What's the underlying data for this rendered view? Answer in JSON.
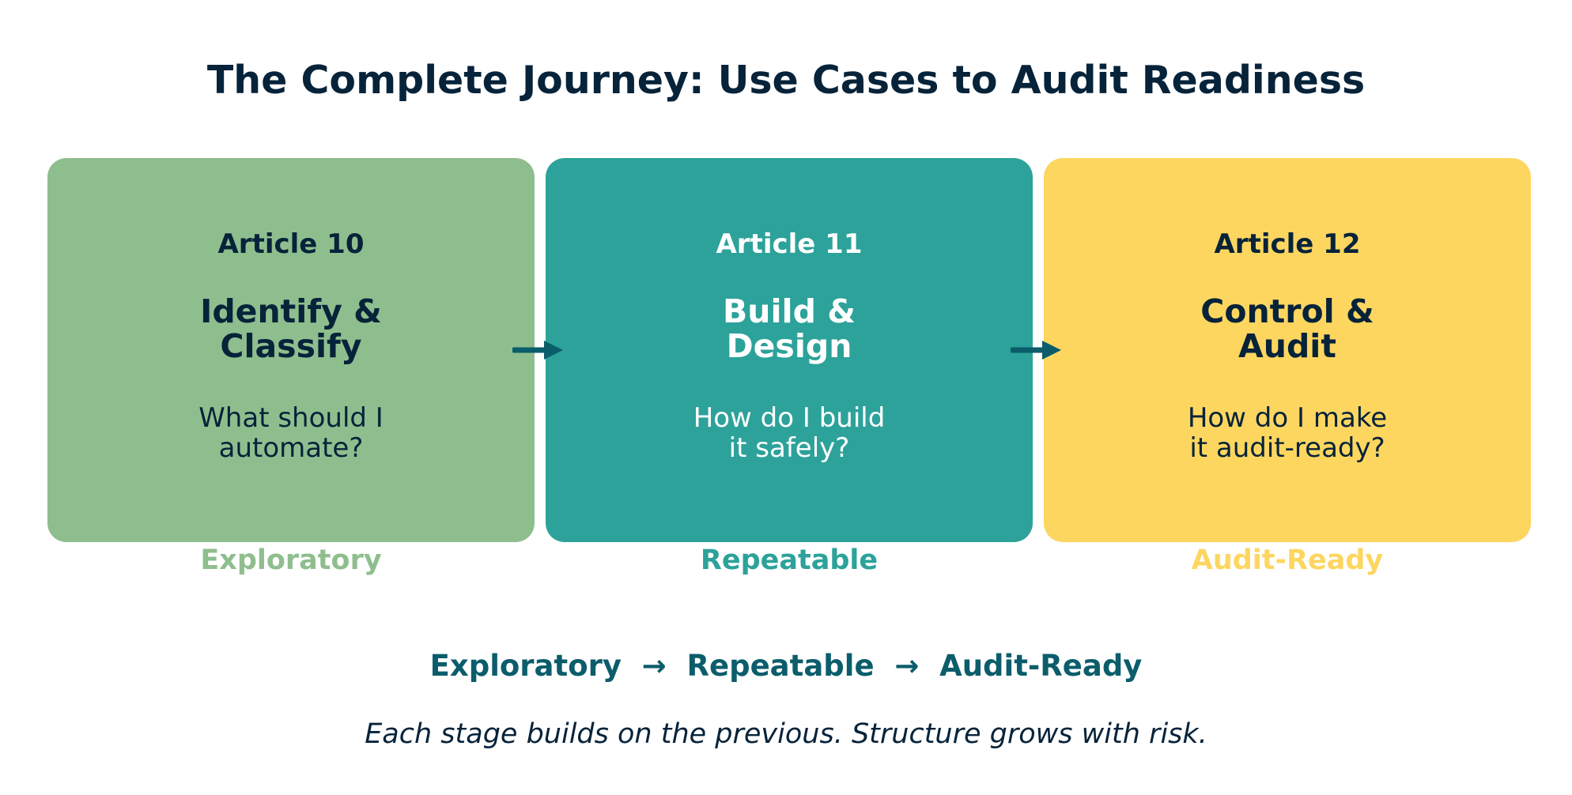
{
  "title": "The Complete Journey: Use Cases to Audit Readiness",
  "stages": [
    {
      "article": "Article 10",
      "title": "Identify &\nClassify",
      "question": "What should I\nautomate?",
      "label": "Exploratory",
      "card_color": "#8FBE8E",
      "text_color": "#06233A",
      "label_color": "#8FBE8E"
    },
    {
      "article": "Article 11",
      "title": "Build &\nDesign",
      "question": "How do I build\nit safely?",
      "label": "Repeatable",
      "card_color": "#2CA29A",
      "text_color": "#FFFFFF",
      "label_color": "#2CA29A"
    },
    {
      "article": "Article 12",
      "title": "Control &\nAudit",
      "question": "How do I make\nit audit-ready?",
      "label": "Audit-Ready",
      "card_color": "#FDD660",
      "text_color": "#06233A",
      "label_color": "#FDD660"
    }
  ],
  "flow_text": "Exploratory  →  Repeatable  →  Audit-Ready",
  "tagline": "Each stage builds on the previous. Structure grows with risk.",
  "colors": {
    "title": "#06233A",
    "arrow": "#0B5D6B",
    "flow": "#0B5D6B",
    "tagline": "#06233A"
  },
  "icons": {
    "arrow": "arrow-right-icon"
  }
}
